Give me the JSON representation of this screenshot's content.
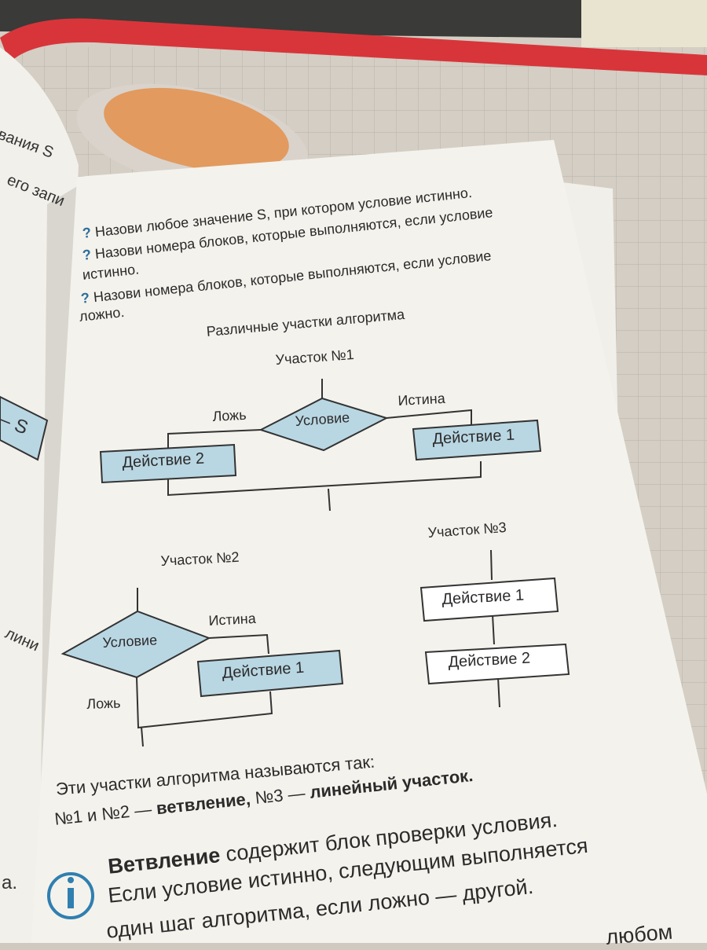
{
  "left_page": {
    "fragment_top": "вания S",
    "fragment_2": "его запи",
    "fragment_s_tag": "– S",
    "fragment_line": "лини",
    "fragment_a": "а."
  },
  "questions": [
    {
      "mark": "?",
      "text": "Назови любое значение S, при котором условие истинно."
    },
    {
      "mark": "?",
      "line1": "Назови номера блоков, которые выполняются, если условие",
      "line2": "истинно."
    },
    {
      "mark": "?",
      "line1": "Назови номера блоков, которые выполняются, если условие",
      "line2": "ложно."
    }
  ],
  "section_title": "Различные участки алгоритма",
  "part1": {
    "title": "Участок №1",
    "condition": "Условие",
    "false_label": "Ложь",
    "true_label": "Истина",
    "action_true": "Действие 1",
    "action_false": "Действие 2"
  },
  "part2": {
    "title": "Участок №2",
    "condition": "Условие",
    "true_label": "Истина",
    "false_label": "Ложь",
    "action_true": "Действие 1"
  },
  "part3": {
    "title": "Участок №3",
    "action1": "Действие 1",
    "action2": "Действие 2"
  },
  "summary": {
    "line1": "Эти участки алгоритма называются так:",
    "line2_a": "№1 и №2 — ",
    "line2_b": "ветвление,",
    "line2_c": " №3 — ",
    "line2_d": "линейный участок."
  },
  "info": {
    "icon": "info-icon",
    "term": "Ветвление",
    "line1_rest": " содержит блок проверки условия.",
    "line2": "Если условие истинно, следующим выполняется",
    "line3": "один шаг алгоритма, если ложно — другой.",
    "line4_fragment": "любом"
  },
  "colors": {
    "page": "#f4f2ec",
    "box_fill": "#b9d7e3",
    "question_mark": "#2f6f9c",
    "folder_red": "#d8353a"
  }
}
